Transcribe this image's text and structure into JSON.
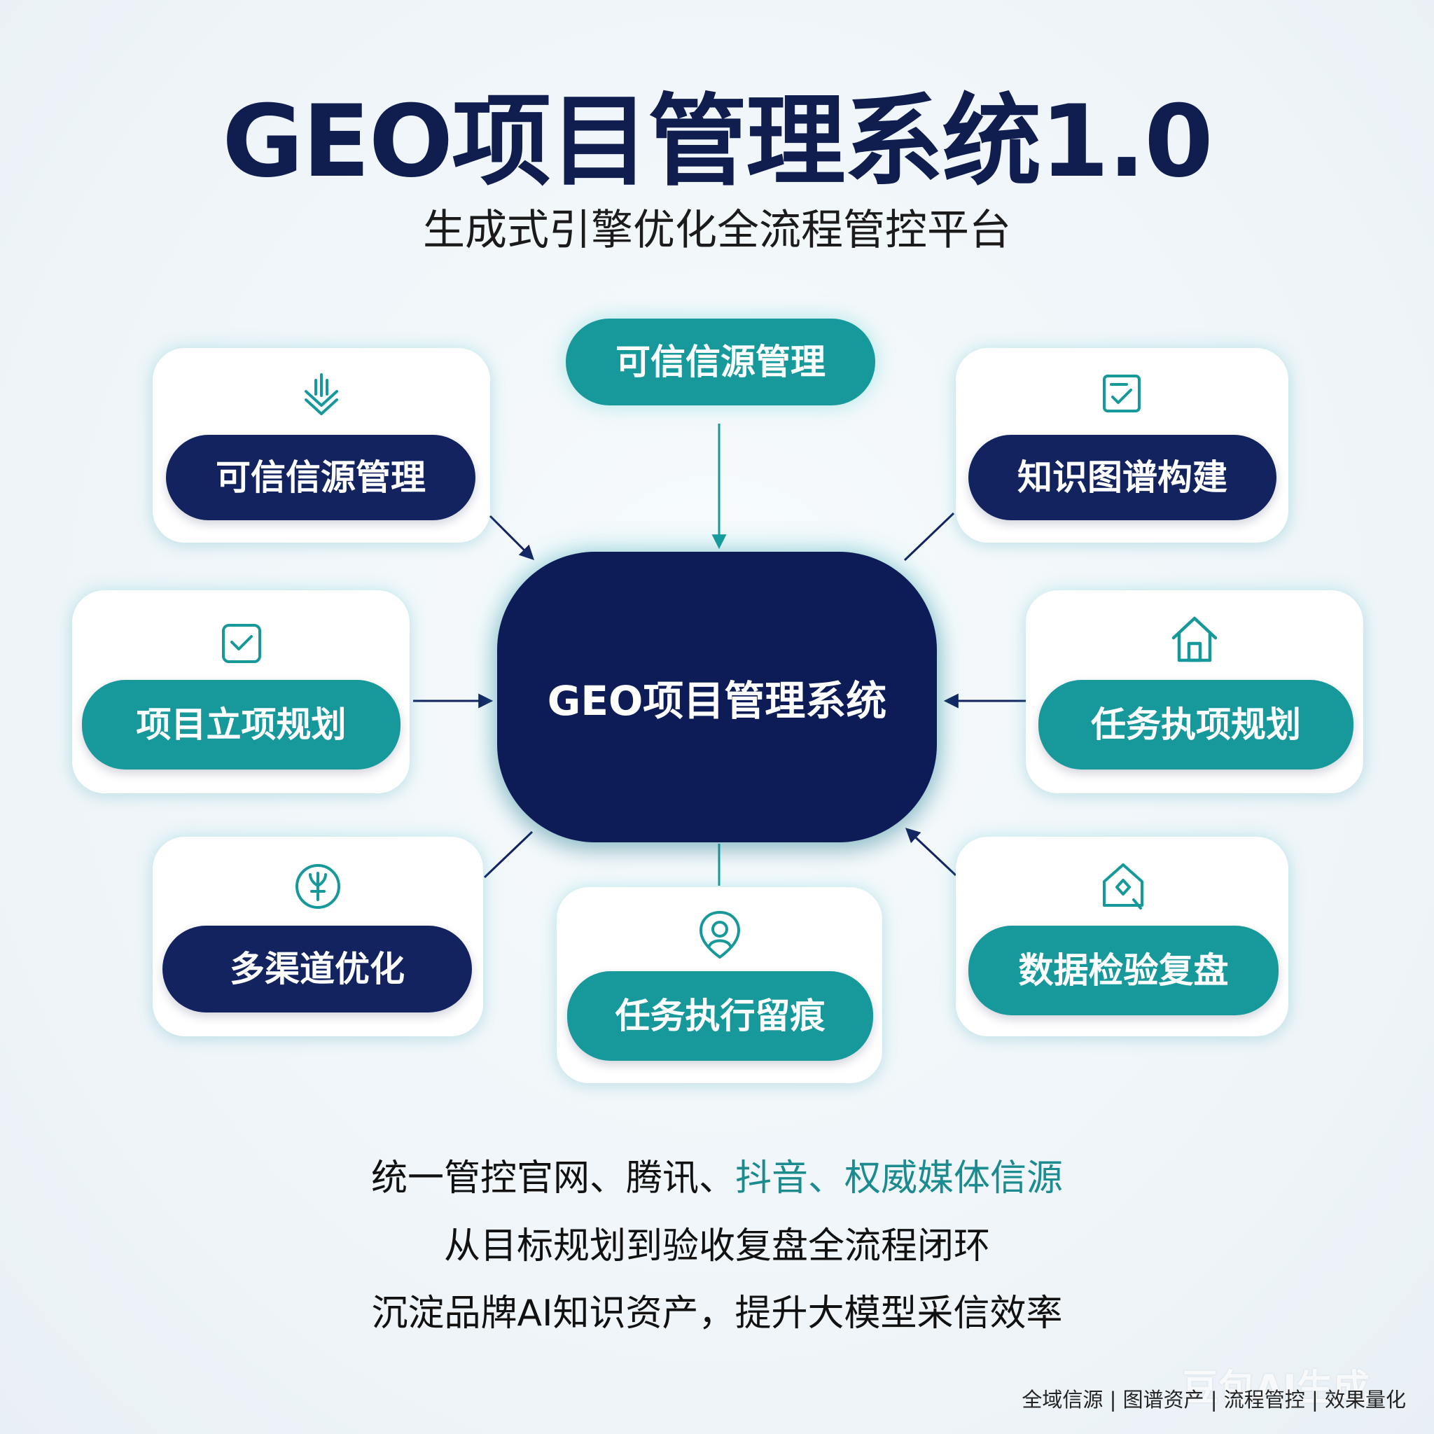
{
  "header": {
    "title": "GEO项目管理系统1.0",
    "subtitle": "生成式引擎优化全流程管控平台"
  },
  "diagram": {
    "center_label": "GEO项目管理系统",
    "top_node": "可信信源管理",
    "nodes": {
      "top_left": {
        "label": "可信信源管理",
        "icon": "download-layers-icon"
      },
      "top_right": {
        "label": "知识图谱构建",
        "icon": "checklist-icon"
      },
      "middle_left": {
        "label": "项目立项规划",
        "icon": "clipboard-check-icon"
      },
      "middle_right": {
        "label": "任务执项规划",
        "icon": "home-icon"
      },
      "bottom_left": {
        "label": "多渠道优化",
        "icon": "sprout-icon"
      },
      "bottom_center": {
        "label": "任务执行留痕",
        "icon": "location-user-icon"
      },
      "bottom_right": {
        "label": "数据检验复盘",
        "icon": "home-search-icon"
      }
    }
  },
  "taglines": {
    "line1_part1": "统一管控官网、腾讯、",
    "line1_part2": "抖音、权威媒体信源",
    "line2": "从目标规划到验收复盘全流程闭环",
    "line3": "沉淀品牌AI知识资产，提升大模型采信效率"
  },
  "footer": {
    "text": "全域信源 | 图谱资产 | 流程管控 | 效果量化",
    "watermark": "豆包AI生成"
  },
  "colors": {
    "navy": "#122360",
    "teal": "#17999b",
    "center": "#0d1c57",
    "title": "#0f1d4f"
  }
}
